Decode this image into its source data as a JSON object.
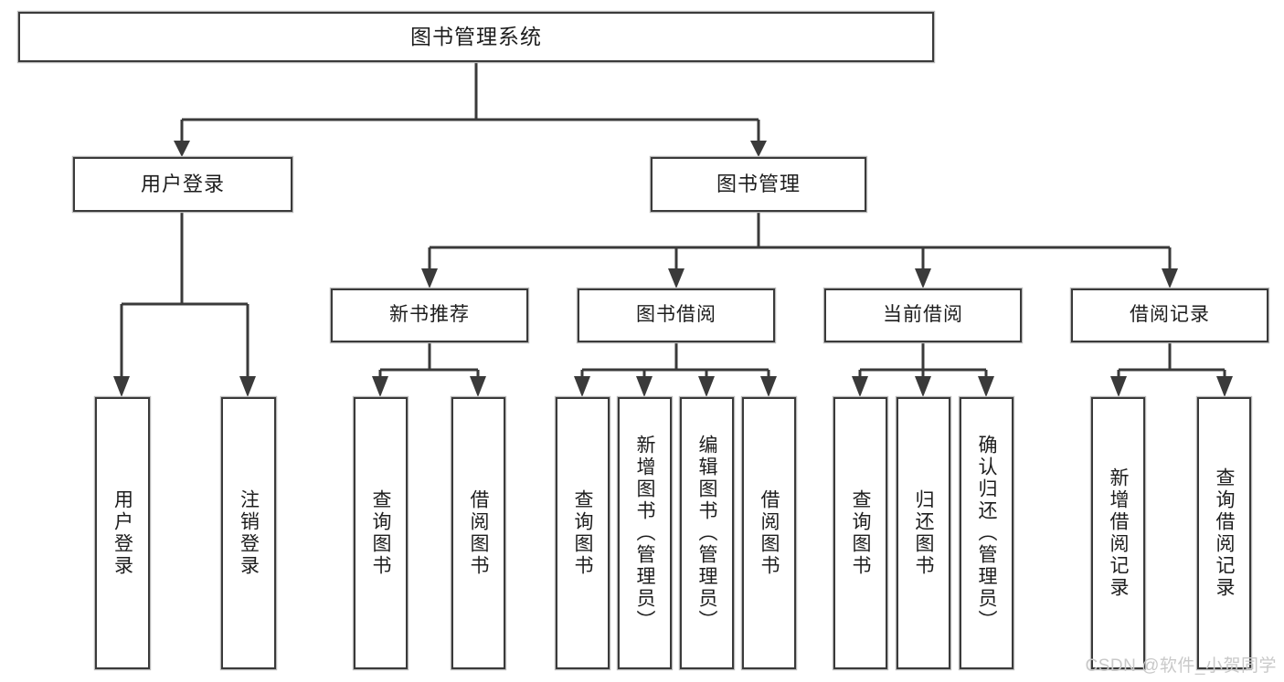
{
  "diagram": {
    "type": "tree-hierarchy-chart",
    "title": "图书管理系统",
    "watermark": "CSDN @软件_小贺同学",
    "colors": {
      "box_border": "#3a3a3a",
      "box_fill": "#ffffff",
      "box_shadow": "#b9b9b9",
      "connector": "#3a3a3a",
      "text": "#1d1d1d",
      "watermark": "#c9c9c9",
      "background": "#ffffff"
    },
    "nodes": {
      "root": {
        "label": "图书管理系统"
      },
      "level2": [
        {
          "id": "user-login",
          "label": "用户登录"
        },
        {
          "id": "book-management",
          "label": "图书管理"
        }
      ],
      "level3": [
        {
          "id": "new-book-recommend",
          "label": "新书推荐"
        },
        {
          "id": "book-borrow",
          "label": "图书借阅"
        },
        {
          "id": "current-borrow",
          "label": "当前借阅"
        },
        {
          "id": "borrow-record",
          "label": "借阅记录"
        }
      ],
      "leaves": [
        {
          "id": "leaf-user-login",
          "label": "用户登录",
          "parent": "user-login"
        },
        {
          "id": "leaf-logout-login",
          "label": "注销登录",
          "parent": "user-login"
        },
        {
          "id": "leaf-query-book-1",
          "label": "查询图书",
          "parent": "new-book-recommend"
        },
        {
          "id": "leaf-borrow-book-1",
          "label": "借阅图书",
          "parent": "new-book-recommend"
        },
        {
          "id": "leaf-query-book-2",
          "label": "查询图书",
          "parent": "book-borrow"
        },
        {
          "id": "leaf-add-book",
          "label": "新增图书（管理员）",
          "parent": "book-borrow"
        },
        {
          "id": "leaf-edit-book",
          "label": "编辑图书（管理员）",
          "parent": "book-borrow"
        },
        {
          "id": "leaf-borrow-book-2",
          "label": "借阅图书",
          "parent": "book-borrow"
        },
        {
          "id": "leaf-query-book-3",
          "label": "查询图书",
          "parent": "current-borrow"
        },
        {
          "id": "leaf-return-book",
          "label": "归还图书",
          "parent": "current-borrow"
        },
        {
          "id": "leaf-confirm-return",
          "label": "确认归还（管理员）",
          "parent": "current-borrow"
        },
        {
          "id": "leaf-add-record",
          "label": "新增借阅记录",
          "parent": "borrow-record"
        },
        {
          "id": "leaf-query-record",
          "label": "查询借阅记录",
          "parent": "borrow-record"
        }
      ]
    }
  }
}
